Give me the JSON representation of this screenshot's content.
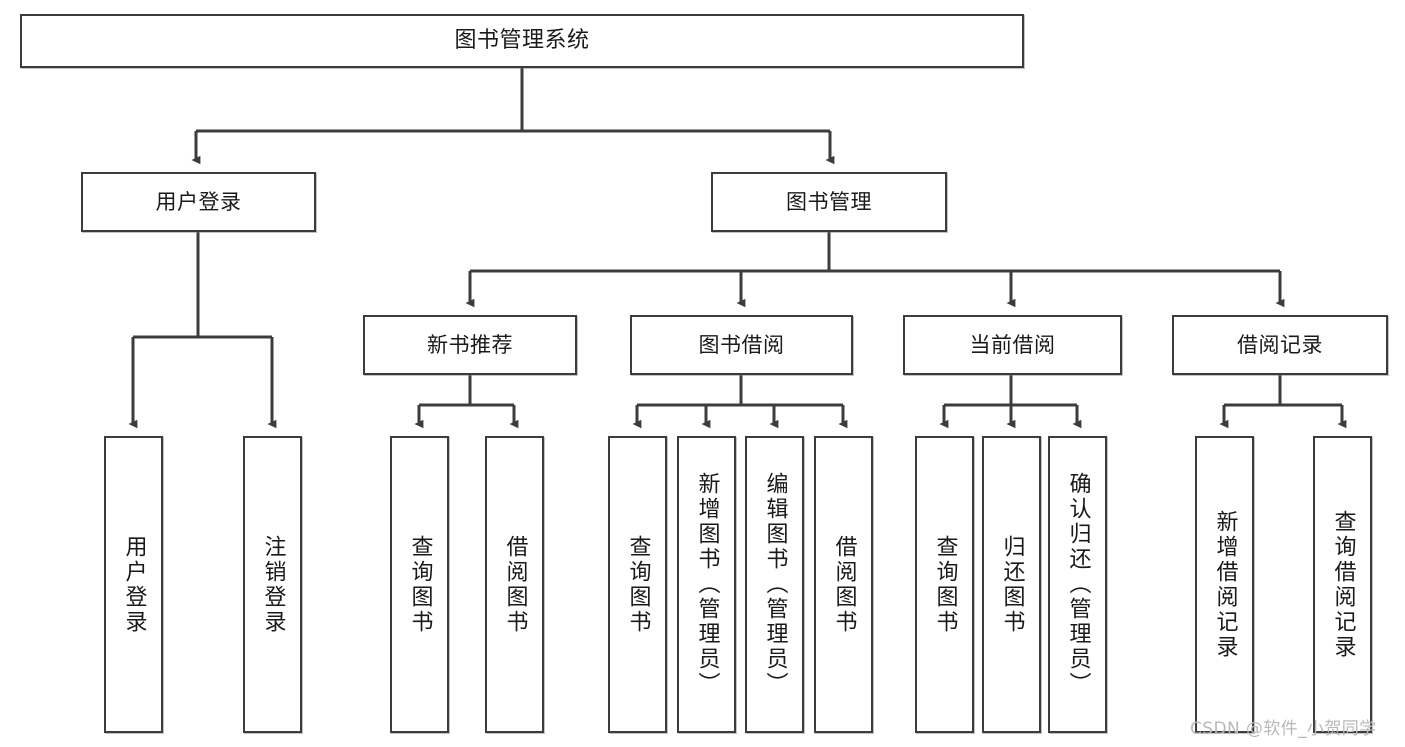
{
  "diagram": {
    "title": "图书管理系统",
    "type": "tree",
    "colors": {
      "box_border": "#3c3c3c",
      "box_fill": "#ffffff",
      "connector": "#3c3c3c",
      "text": "#1a1a1a",
      "watermark": "#b9b9b9"
    },
    "nodes": {
      "root": {
        "label": "图书管理系统"
      },
      "level2": [
        {
          "label": "用户登录"
        },
        {
          "label": "图书管理"
        }
      ],
      "level3": [
        {
          "label": "新书推荐"
        },
        {
          "label": "图书借阅"
        },
        {
          "label": "当前借阅"
        },
        {
          "label": "借阅记录"
        }
      ],
      "leaves": {
        "user_login": [
          {
            "label": "用户登录"
          },
          {
            "label": "注销登录"
          }
        ],
        "new_book_recommend": [
          {
            "label": "查询图书"
          },
          {
            "label": "借阅图书"
          }
        ],
        "book_borrow": [
          {
            "label": "查询图书"
          },
          {
            "label": "新增图书（管理员）"
          },
          {
            "label": "编辑图书（管理员）"
          },
          {
            "label": "借阅图书"
          }
        ],
        "current_borrow": [
          {
            "label": "查询图书"
          },
          {
            "label": "归还图书"
          },
          {
            "label": "确认归还（管理员）"
          }
        ],
        "borrow_record": [
          {
            "label": "新增借阅记录"
          },
          {
            "label": "查询借阅记录"
          }
        ]
      }
    },
    "watermark": "CSDN @软件_小贺同学"
  }
}
